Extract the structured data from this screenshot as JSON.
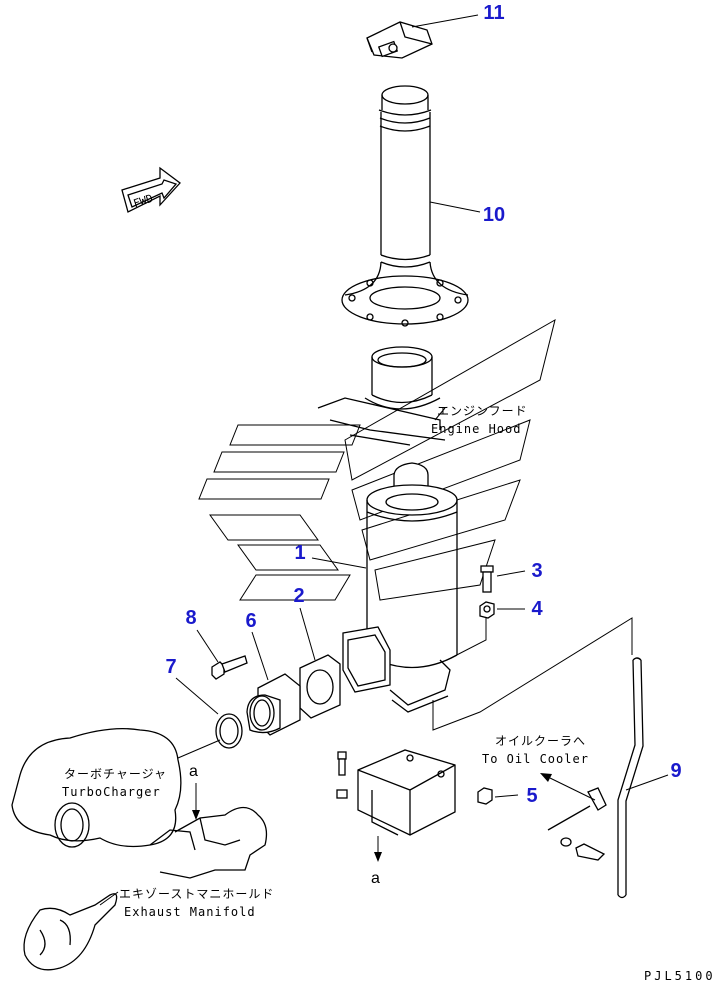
{
  "callouts": {
    "p1": "1",
    "p2": "2",
    "p3": "3",
    "p4": "4",
    "p5": "5",
    "p6": "6",
    "p7": "7",
    "p8": "8",
    "p9": "9",
    "p10": "10",
    "p11": "11"
  },
  "notes": {
    "engine_hood_jp": "エンジンフード",
    "engine_hood_en": "Engine Hood",
    "oil_cooler_jp": "オイルクーラへ",
    "oil_cooler_en": "To Oil Cooler",
    "turbo_jp": "ターボチャージャ",
    "turbo_en": "TurboCharger",
    "manifold_jp": "エキゾーストマニホールド",
    "manifold_en": "Exhaust Manifold"
  },
  "refs": {
    "a_top": "a",
    "a_bottom": "a"
  },
  "fwd_label": "FWD",
  "drawing_code": "PJL5100",
  "colors": {
    "callout": "#1a1acc",
    "line": "#000000",
    "background": "#ffffff"
  }
}
